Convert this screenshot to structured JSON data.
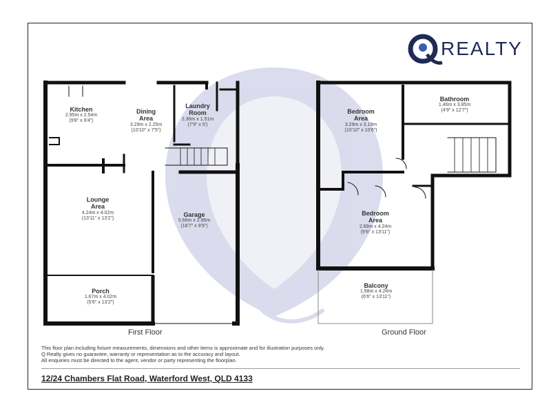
{
  "brand": {
    "name": "REALTY",
    "logo_letter": "Q",
    "color": "#1f2a55"
  },
  "first_floor": {
    "caption": "First Floor",
    "rooms": [
      {
        "id": "kitchen",
        "name": "Kitchen",
        "dim_m": "2.95m x 2.54m",
        "dim_ft": "(9'8\" x 8'4\")"
      },
      {
        "id": "dining",
        "name": "Dining\nArea",
        "dim_m": "3.29m x 2.25m",
        "dim_ft": "(10'10\" x 7'5\")"
      },
      {
        "id": "laundry",
        "name": "Laundry\nRoom",
        "dim_m": "2.36m x 1.51m",
        "dim_ft": "(7'9\" x 5')"
      },
      {
        "id": "lounge",
        "name": "Lounge\nArea",
        "dim_m": "4.24m x 4.02m",
        "dim_ft": "(13'11\" x 13'2\")"
      },
      {
        "id": "garage",
        "name": "Garage",
        "dim_m": "5.66m x 2.96m",
        "dim_ft": "(18'7\" x 9'9\")"
      },
      {
        "id": "porch",
        "name": "Porch",
        "dim_m": "1.67m x 4.02m",
        "dim_ft": "(5'6\" x 13'2\")"
      }
    ]
  },
  "ground_floor": {
    "caption": "Ground Floor",
    "rooms": [
      {
        "id": "bedroom1",
        "name": "Bedroom\nArea",
        "dim_m": "3.29m x 3.19m",
        "dim_ft": "(10'10\" x 10'6\")"
      },
      {
        "id": "bathroom",
        "name": "Bathroom",
        "dim_m": "1.46m x 3.85m",
        "dim_ft": "(4'9\" x 12'7\")"
      },
      {
        "id": "bedroom2",
        "name": "Bedroom\nArea",
        "dim_m": "2.89m x 4.24m",
        "dim_ft": "(9'6\" x 13'11\")"
      },
      {
        "id": "balcony",
        "name": "Balcony",
        "dim_m": "1.98m x 4.24m",
        "dim_ft": "(6'6\" x 13'11\")"
      }
    ]
  },
  "disclaimer": {
    "line1": "This floor plan including fixture measurements, dimensions and other items is approximate and for illustration purposes only.",
    "line2": "Q Realty gives no guarantee, warranty or representation as to the accuracy and layout.",
    "line3": "All enquiries must be directed to the agent, vendor or party representing the floorplan."
  },
  "address": "12/24 Chambers Flat Road, Waterford West, QLD 4133"
}
